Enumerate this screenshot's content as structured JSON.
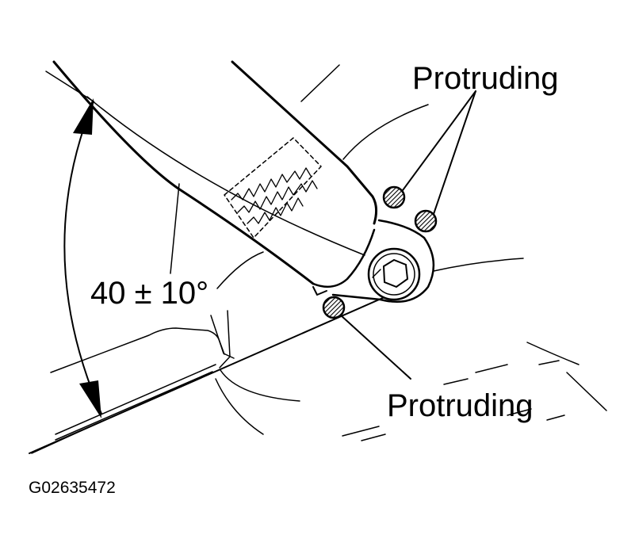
{
  "labels": {
    "protruding_top": "Protruding",
    "protruding_bottom": "Protruding",
    "angle": "40 ± 10°",
    "figure_code": "G02635472"
  }
}
